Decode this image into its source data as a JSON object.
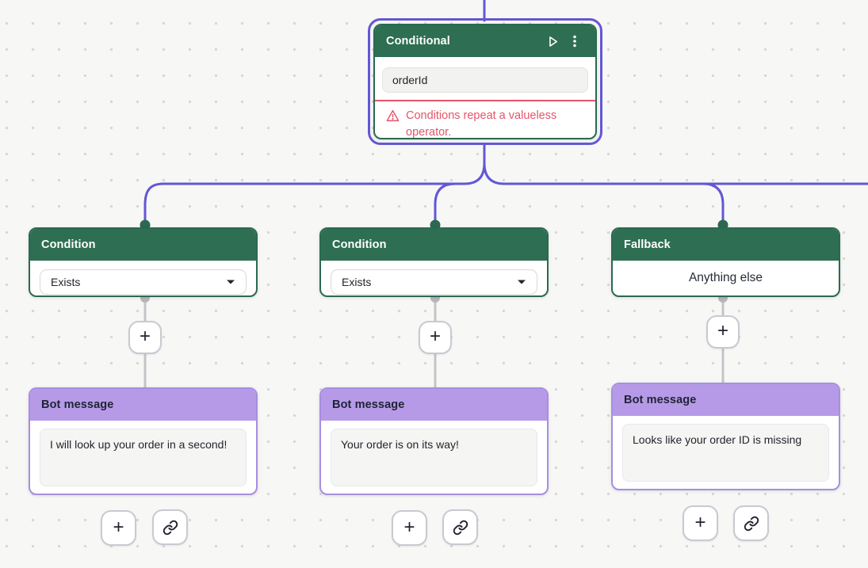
{
  "canvas": {
    "background": "#f7f7f6",
    "dot_color": "#d7d7d4",
    "accent_purple": "#6357d5",
    "node_green": "#2e6e53",
    "node_light_purple": "#b69ae8",
    "error_red": "#e4556a"
  },
  "conditional_node": {
    "title": "Conditional",
    "input_value": "orderId",
    "error_message": "Conditions repeat a valueless operator.",
    "icons": {
      "play": "play-icon",
      "menu": "kebab-menu-icon"
    }
  },
  "branches": [
    {
      "type": "condition",
      "title": "Condition",
      "operator": "Exists",
      "message": {
        "title": "Bot message",
        "text": "I will look up your order in a second!"
      }
    },
    {
      "type": "condition",
      "title": "Condition",
      "operator": "Exists",
      "message": {
        "title": "Bot message",
        "text": "Your order is on its way!"
      }
    },
    {
      "type": "fallback",
      "title": "Fallback",
      "label": "Anything else",
      "message": {
        "title": "Bot message",
        "text": "Looks like your order ID is missing"
      }
    }
  ],
  "buttons": {
    "add_step_label": "+",
    "link_icon": "link-icon"
  }
}
